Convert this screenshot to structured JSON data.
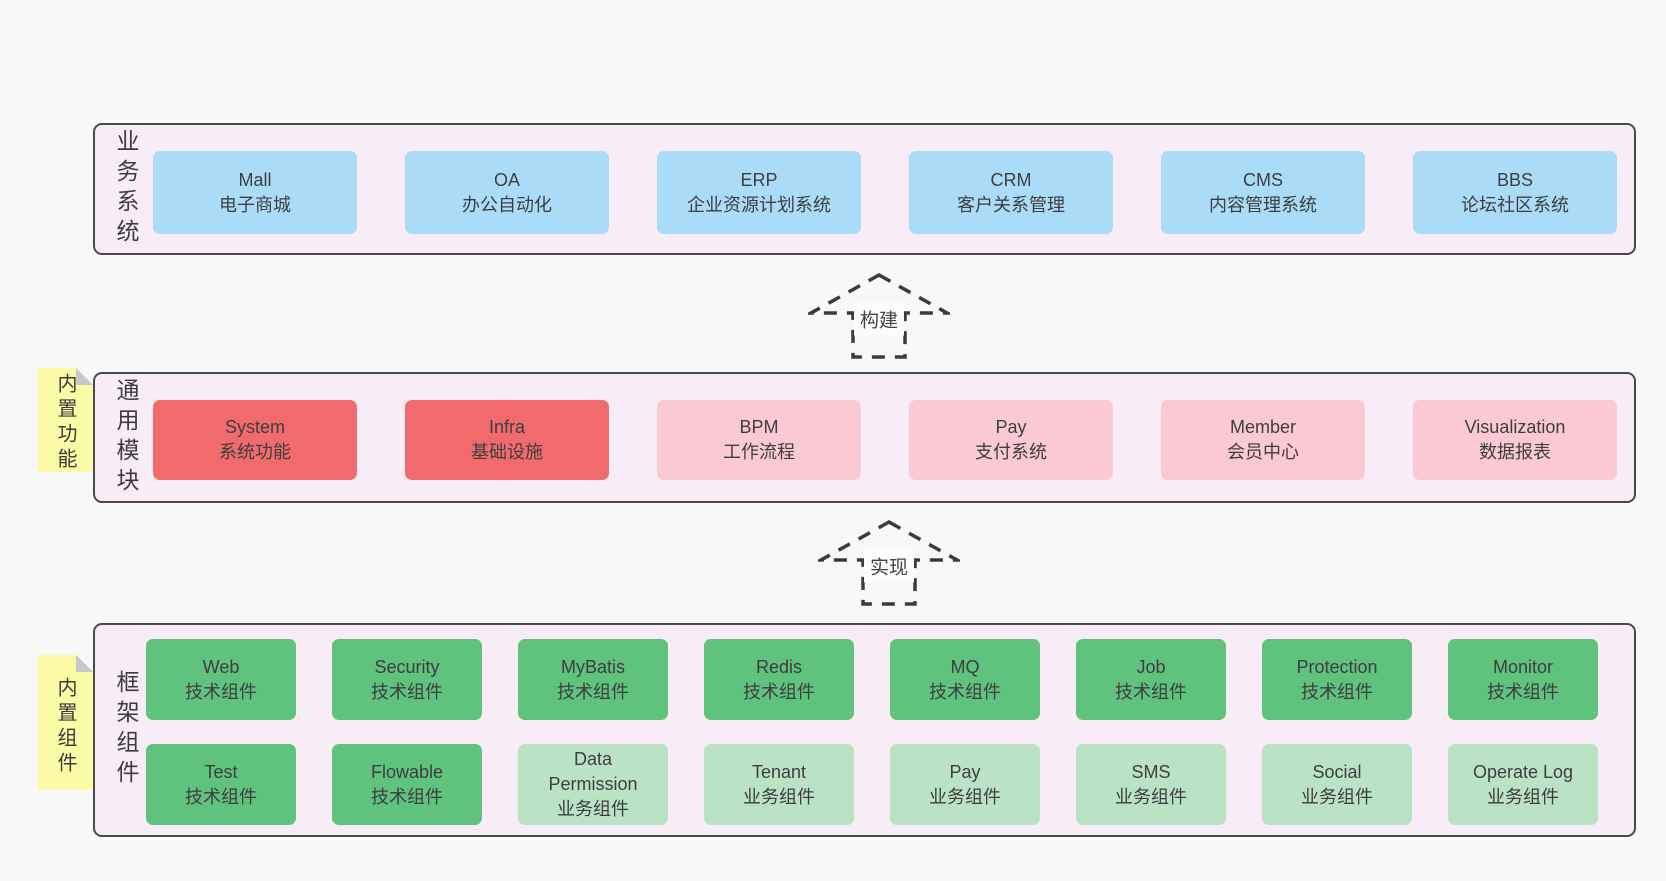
{
  "colors": {
    "page_bg": "#f8f8f8",
    "container_bg": "#f8edf7",
    "container_border": "#4a4a4a",
    "box_blue": "#aadcf8",
    "box_red": "#f16b6d",
    "box_pink": "#fac9d3",
    "box_green": "#5fc27d",
    "box_light_green": "#b9e3c3",
    "note_yellow": "#fbfaa5",
    "note_fold_gray": "#c8c8c8",
    "text": "#3e3e40"
  },
  "layers": [
    {
      "label": "业务系统",
      "boxes": [
        {
          "en": "Mall",
          "zh": "电子商城"
        },
        {
          "en": "OA",
          "zh": "办公自动化"
        },
        {
          "en": "ERP",
          "zh": "企业资源计划系统"
        },
        {
          "en": "CRM",
          "zh": "客户关系管理"
        },
        {
          "en": "CMS",
          "zh": "内容管理系统"
        },
        {
          "en": "BBS",
          "zh": "论坛社区系统"
        }
      ]
    },
    {
      "label": "通用模块",
      "note": "内置功能",
      "boxes": [
        {
          "en": "System",
          "zh": "系统功能"
        },
        {
          "en": "Infra",
          "zh": "基础设施"
        },
        {
          "en": "BPM",
          "zh": "工作流程"
        },
        {
          "en": "Pay",
          "zh": "支付系统"
        },
        {
          "en": "Member",
          "zh": "会员中心"
        },
        {
          "en": "Visualization",
          "zh": "数据报表"
        }
      ]
    },
    {
      "label": "框架组件",
      "note": "内置组件",
      "rows": [
        [
          {
            "en": "Web",
            "zh": "技术组件"
          },
          {
            "en": "Security",
            "zh": "技术组件"
          },
          {
            "en": "MyBatis",
            "zh": "技术组件"
          },
          {
            "en": "Redis",
            "zh": "技术组件"
          },
          {
            "en": "MQ",
            "zh": "技术组件"
          },
          {
            "en": "Job",
            "zh": "技术组件"
          },
          {
            "en": "Protection",
            "zh": "技术组件"
          },
          {
            "en": "Monitor",
            "zh": "技术组件"
          }
        ],
        [
          {
            "en": "Test",
            "zh": "技术组件"
          },
          {
            "en": "Flowable",
            "zh": "技术组件"
          },
          {
            "en": "Data Permission",
            "zh": "业务组件"
          },
          {
            "en": "Tenant",
            "zh": "业务组件"
          },
          {
            "en": "Pay",
            "zh": "业务组件"
          },
          {
            "en": "SMS",
            "zh": "业务组件"
          },
          {
            "en": "Social",
            "zh": "业务组件"
          },
          {
            "en": "Operate Log",
            "zh": "业务组件"
          }
        ]
      ]
    }
  ],
  "arrows": [
    {
      "label": "构建"
    },
    {
      "label": "实现"
    }
  ]
}
